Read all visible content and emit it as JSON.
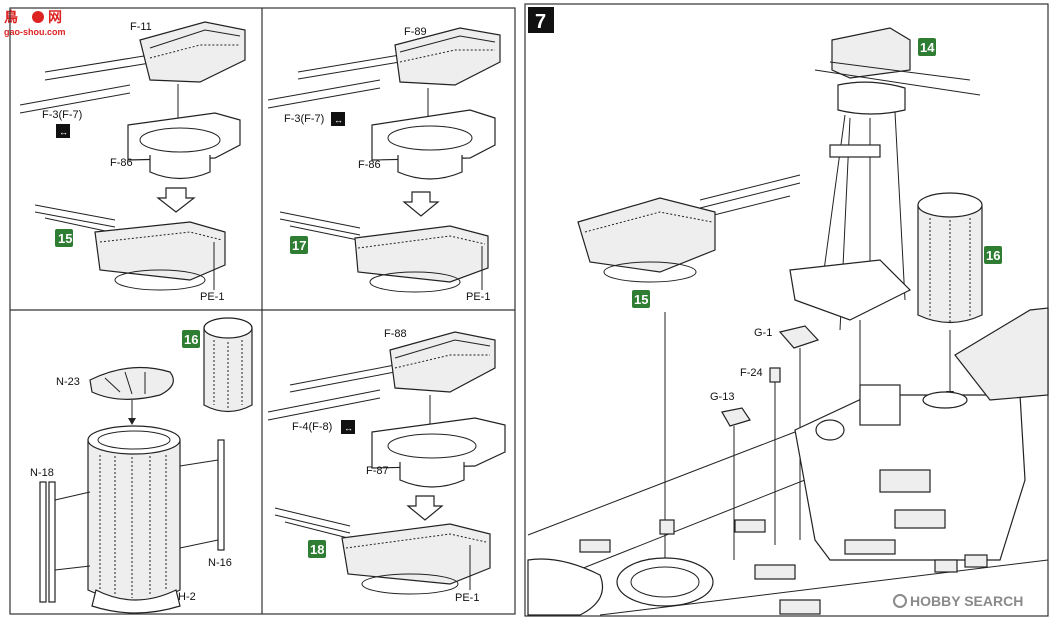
{
  "watermark_top": {
    "line1": "鳥",
    "line2": "网",
    "line3": "gao-shou.com"
  },
  "watermark_bottom": {
    "text": "HOBBY SEARCH"
  },
  "step": {
    "number": "7"
  },
  "panel1": {
    "top_part": "F-11",
    "barrel_part": "F-3(F-7)",
    "base_part": "F-86",
    "callout": "15",
    "pe_part": "PE-1"
  },
  "panel2": {
    "top_part": "F-89",
    "barrel_part": "F-3(F-7)",
    "base_part": "F-86",
    "callout": "17",
    "pe_part": "PE-1"
  },
  "panel3": {
    "cap_part": "N-23",
    "left_post": "N-18",
    "right_post": "N-16",
    "base_part": "H-2",
    "callout": "16"
  },
  "panel4": {
    "top_part": "F-88",
    "barrel_part": "F-4(F-8)",
    "base_part": "F-87",
    "callout": "18",
    "pe_part": "PE-1"
  },
  "panel5": {
    "mast_callout": "14",
    "funnel_callout": "16",
    "turret_callout": "15",
    "part_g1": "G-1",
    "part_f24": "F-24",
    "part_g13": "G-13"
  },
  "colors": {
    "callout_bg": "#2e7d32",
    "step_bg": "#111111",
    "line": "#222222"
  }
}
